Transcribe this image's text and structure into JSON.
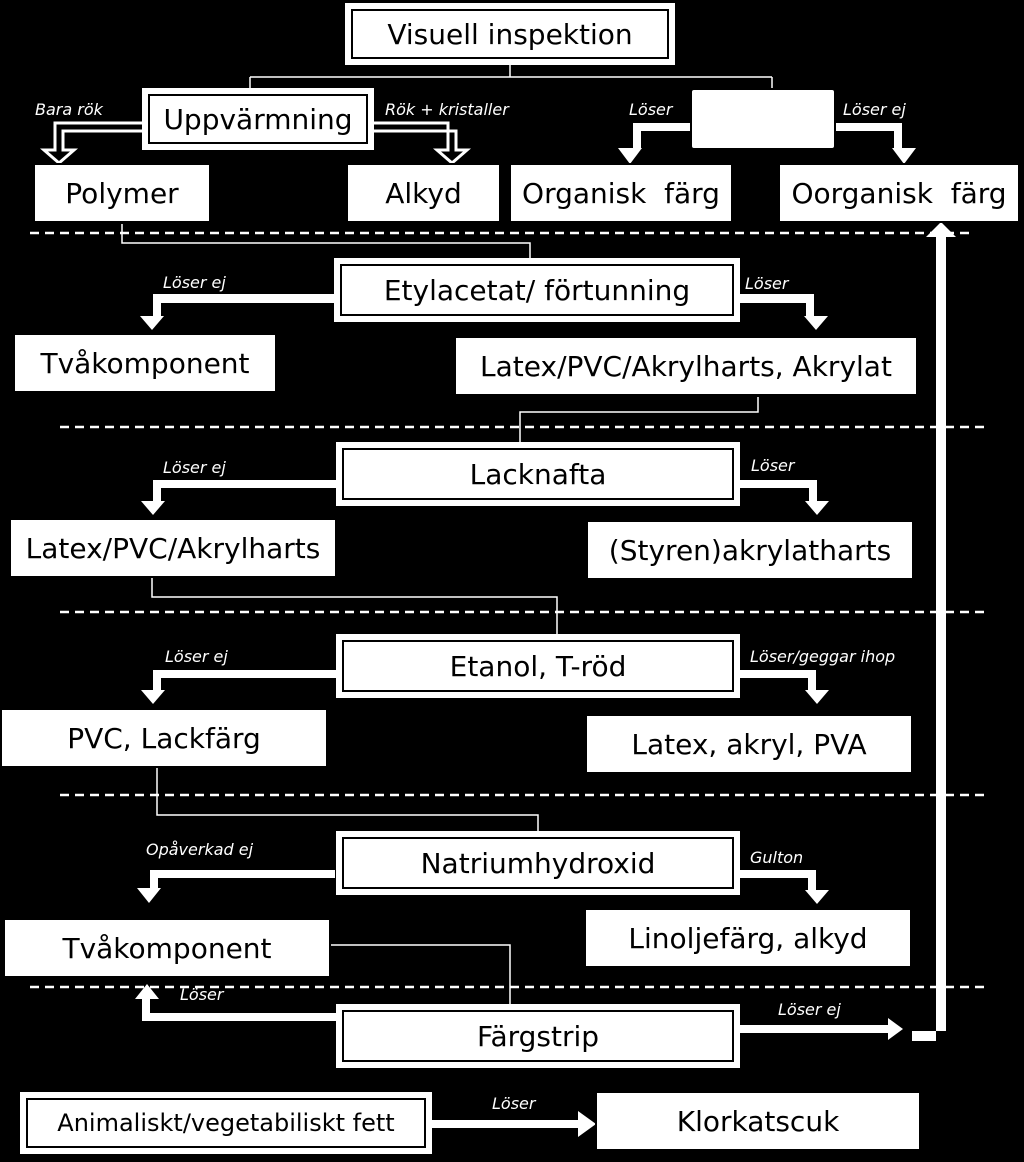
{
  "nodes": {
    "visuell": "Visuell inspektion",
    "uppvarmning": "Uppvärmning",
    "blank": "",
    "polymer": "Polymer",
    "alkyd": "Alkyd",
    "organisk": "Organisk  färg",
    "oorganisk": "Oorganisk  färg",
    "etylacetat": "Etylacetat/ förtunning",
    "tvakomp1": "Tvåkomponent",
    "latex_akrylat": "Latex/PVC/Akrylharts, Akrylat",
    "lacknafta": "Lacknafta",
    "latex_pvc": "Latex/PVC/Akrylharts",
    "styren": "(Styren)akrylatharts",
    "etanol": "Etanol, T-röd",
    "pvc_lack": "PVC, Lackfärg",
    "latex_akryl_pva": "Latex, akryl, PVA",
    "natrium": "Natriumhydroxid",
    "tvakomp2": "Tvåkomponent",
    "linolje": "Linoljefärg, alkyd",
    "fargstrip": "Färgstrip",
    "animaliskt": "Animaliskt/vegetabiliskt fett",
    "klorkatscuk": "Klorkatscuk"
  },
  "labels": {
    "bara_rok": "Bara rök",
    "rok_kristaller": "Rök + kristaller",
    "loser_1": "Löser",
    "loser_ej_1": "Löser ej",
    "loser_ej_2": "Löser ej",
    "loser_2": "Löser",
    "loser_ej_3": "Löser ej",
    "loser_3": "Löser",
    "loser_ej_4": "Löser ej",
    "loser_geggar": "Löser/geggar ihop",
    "opaverkad": "Opåverkad ej",
    "gulton": "Gulton",
    "loser_4": "Löser",
    "loser_ej_5": "Löser ej",
    "loser_5": "Löser"
  }
}
